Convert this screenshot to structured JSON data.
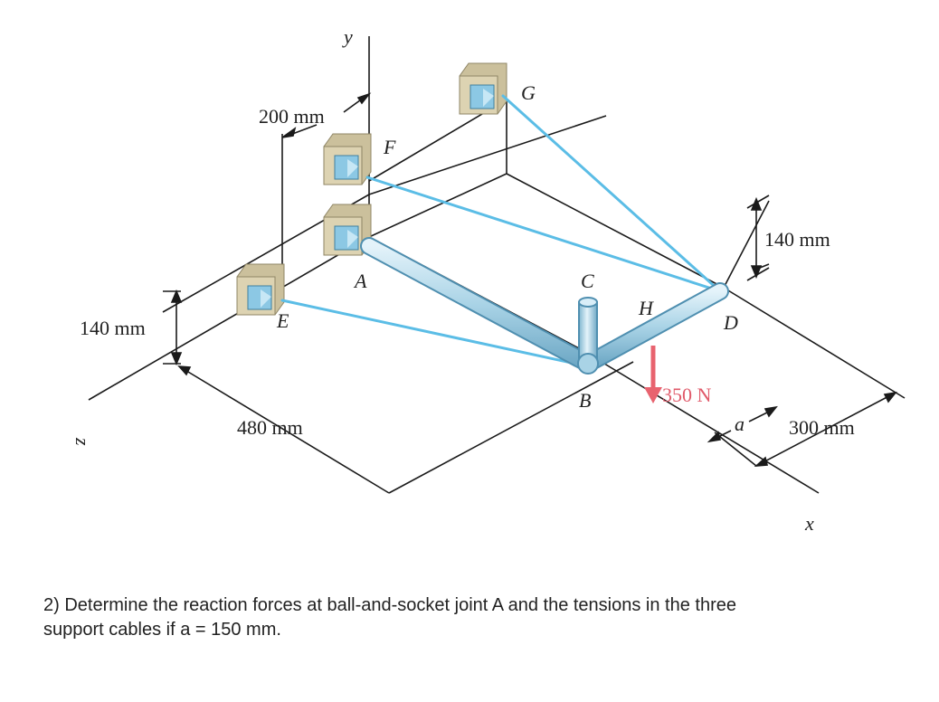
{
  "labels": {
    "A": "A",
    "B": "B",
    "C": "C",
    "D": "D",
    "E": "E",
    "F": "F",
    "G": "G",
    "H": "H",
    "x": "x",
    "y": "y",
    "z": "z",
    "a": "a"
  },
  "dimensions": {
    "d200": "200 mm",
    "d140_left": "140 mm",
    "d140_right": "140 mm",
    "d480": "480 mm",
    "d300": "300 mm"
  },
  "load": {
    "value": "350 N",
    "color": "#e8636f"
  },
  "colors": {
    "cable": "#5bbde6",
    "pipe": "#a9d3e6",
    "bracket": "#d9cfae",
    "line": "#1a1a1a"
  },
  "question": {
    "line1": "2) Determine the reaction forces at ball-and-socket joint A and the tensions in the three",
    "line2": "support cables if a = 150 mm."
  }
}
